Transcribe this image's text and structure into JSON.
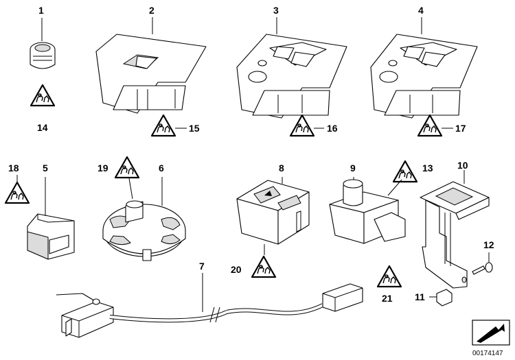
{
  "diagram": {
    "callouts": [
      "1",
      "2",
      "3",
      "4",
      "5",
      "6",
      "7",
      "8",
      "9",
      "10",
      "11",
      "12",
      "13",
      "14",
      "15",
      "16",
      "17",
      "18",
      "19",
      "20",
      "21"
    ],
    "reference_number": "00174147",
    "warning_symbol": "child-safety-warning-icon",
    "nav_symbol": "arrow-box-icon"
  }
}
